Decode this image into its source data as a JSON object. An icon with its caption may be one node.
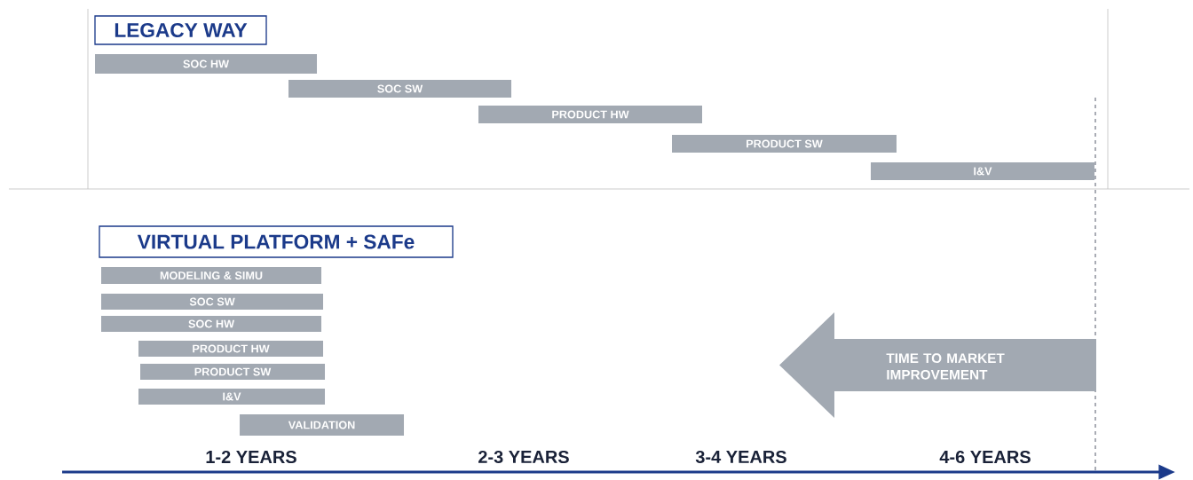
{
  "diagram": {
    "nodes": [
      {
        "text": [
          "LEGACY WAY"
        ]
      },
      {
        "text": [
          "SOC HW"
        ]
      },
      {
        "text": [
          "SOC SW"
        ]
      },
      {
        "text": [
          "PRODUCT HW"
        ]
      },
      {
        "text": [
          "PRODUCT SW"
        ]
      },
      {
        "text": [
          "I&V"
        ]
      },
      {
        "text": [
          "VIRTUAL PLATFORM + SAFe"
        ]
      },
      {
        "text": [
          "MODELING & SIMU"
        ]
      },
      {
        "text": [
          "SOC SW"
        ]
      },
      {
        "text": [
          "SOC HW"
        ]
      },
      {
        "text": [
          "PRODUCT HW"
        ]
      },
      {
        "text": [
          "PRODUCT SW"
        ]
      },
      {
        "text": [
          "I&V"
        ]
      },
      {
        "text": [
          "VALIDATION"
        ]
      },
      {
        "text": [
          "TIME TO MARKET IMPROVEMENT"
        ]
      }
    ],
    "labels": [
      "1-2 YEARS",
      "2-3 YEARS",
      "3-4 YEARS",
      "4-6 YEARS"
    ]
  }
}
